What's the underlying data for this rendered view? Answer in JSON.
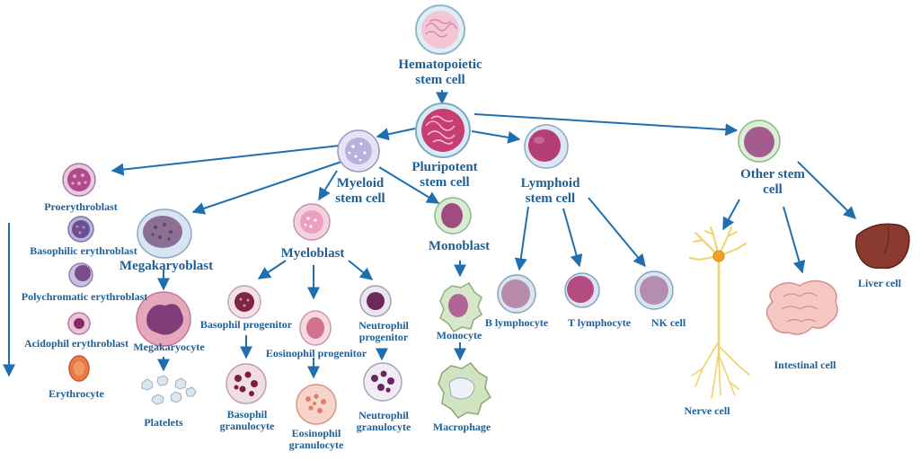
{
  "colors": {
    "text": "#1f5f97",
    "arrow": "#1f6fb0"
  },
  "labels": {
    "hsc": "Hematopoietic stem cell",
    "pluripotent": "Pluripotent stem cell",
    "myeloid": "Myeloid stem cell",
    "lymphoid": "Lymphoid stem cell",
    "other": "Other stem cell",
    "proerythroblast": "Proerythroblast",
    "basophilic_erythroblast": "Basophilic  erythroblast",
    "polychromatic_erythroblast": "Polychromatic  erythroblast",
    "acidophil_erythroblast": "Acidophil  erythroblast",
    "erythrocyte": "Erythrocyte",
    "megakaryoblast": "Megakaryoblast",
    "megakaryocyte": "Megakaryocyte",
    "platelets": "Platelets",
    "myeloblast": "Myeloblast",
    "basophil_progenitor": "Basophil progenitor",
    "eosinophil_progenitor": "Eosinophil  progenitor",
    "neutrophil_progenitor": "Neutrophil progenitor",
    "basophil_granulocyte": "Basophil granulocyte",
    "eosinophil_granulocyte": "Eosinophil granulocyte",
    "neutrophil_granulocyte": "Neutrophil granulocyte",
    "monoblast": "Monoblast",
    "monocyte": "Monocyte",
    "macrophage": "Macrophage",
    "b_lymphocyte": "B lymphocyte",
    "t_lymphocyte": "T lymphocyte",
    "nk_cell": "NK cell",
    "nerve_cell": "Nerve cell",
    "intestinal_cell": "Intestinal  cell",
    "liver_cell": "Liver cell"
  }
}
